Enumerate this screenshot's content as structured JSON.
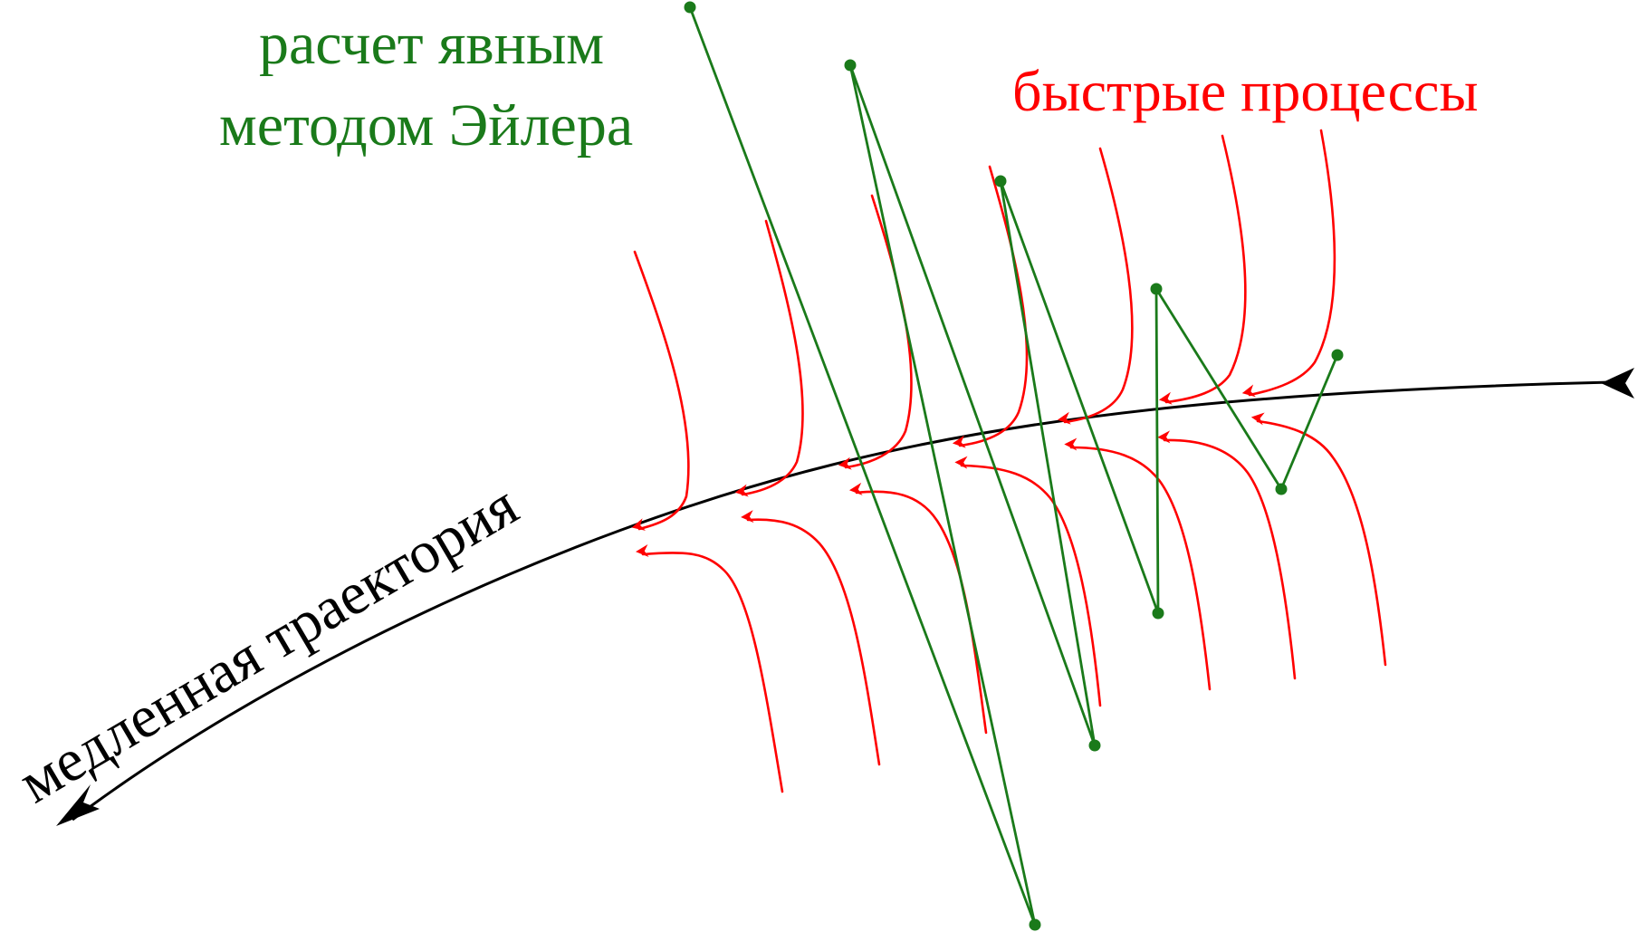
{
  "labels": {
    "euler_line1": "расчет явным",
    "euler_line2": "методом Эйлера",
    "fast_processes": "быстрые процессы",
    "slow_trajectory": "медленная траектория"
  },
  "colors": {
    "euler": "#1a7a1a",
    "fast": "#ff0000",
    "slow": "#000000",
    "background": "#ffffff"
  }
}
